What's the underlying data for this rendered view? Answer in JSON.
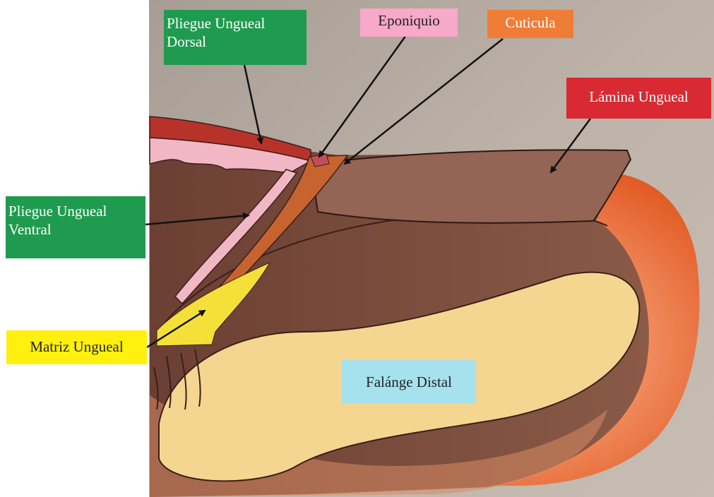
{
  "labels": {
    "pliegue_dorsal": "Pliegue Ungueal Dorsal",
    "eponiquio": "Eponiquio",
    "cuticula": "Cuticula",
    "lamina_ungueal": "Lámina Ungueal",
    "pliegue_ventral": "Pliegue Ungueal Ventral",
    "matriz_ungueal": "Matriz Ungueal",
    "falange_distal": "Falánge Distal"
  },
  "colors": {
    "pliegue_label_bg": "#1f9b4f",
    "eponiquio_label_bg": "#f6a9c8",
    "cuticula_label_bg": "#ef7d35",
    "lamina_label_bg": "#d92932",
    "matriz_label_bg": "#fff10d",
    "falange_label_bg": "#a5e2ee",
    "background_wall": "#b6aca2",
    "tissue_brown": "#7a4a3b",
    "bone_cream": "#f4d690",
    "fingertip_orange": "#ea6a32"
  }
}
